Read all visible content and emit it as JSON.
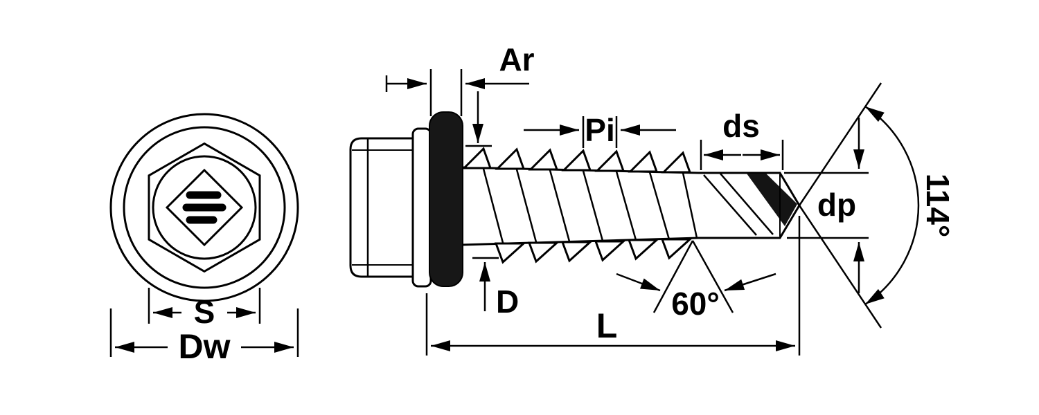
{
  "diagram": {
    "labels": {
      "washer_thickness": "Ar",
      "thread_pitch": "Pi",
      "drill_tip_length": "ds",
      "drill_point_diameter": "dp",
      "drill_point_angle": "114°",
      "thread_outer_diameter": "D",
      "thread_profile_angle": "60°",
      "screw_length": "L",
      "hex_across_flats": "S",
      "washer_outer_diameter": "Dw"
    },
    "colors": {
      "line": "#000000",
      "background": "#ffffff",
      "gasket_fill": "#171717"
    },
    "icons": {
      "head_logo": "brand-diamond-logo"
    }
  }
}
